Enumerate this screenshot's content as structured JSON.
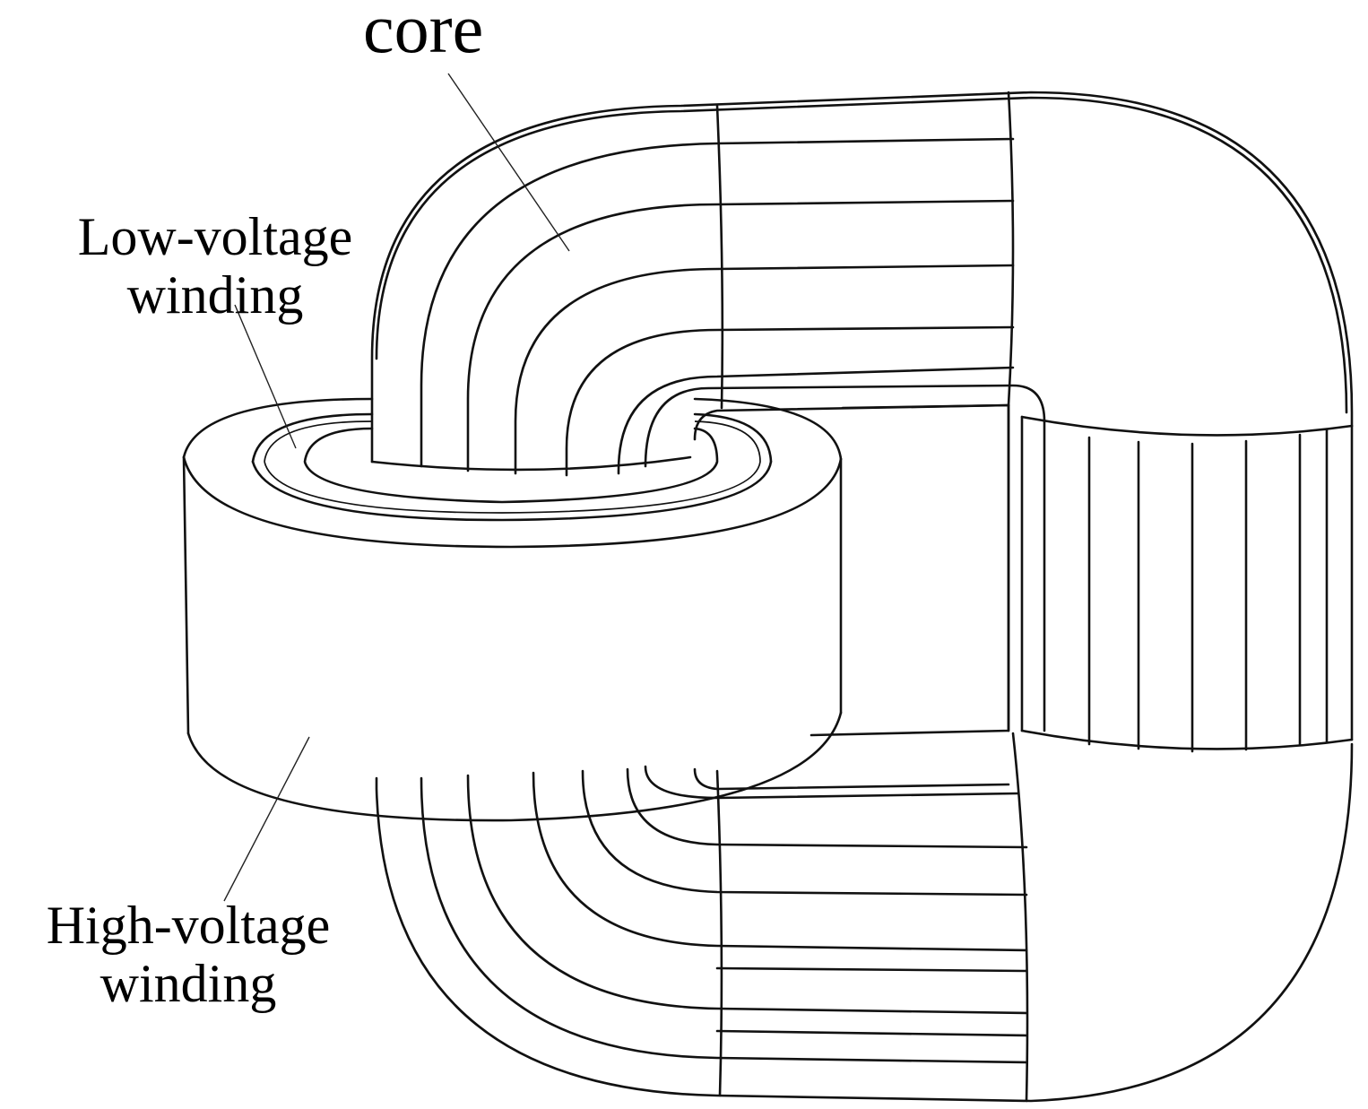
{
  "labels": {
    "core": "core",
    "low_voltage_line1": "Low-voltage",
    "low_voltage_line2": "winding",
    "high_voltage_line1": "High-voltage",
    "high_voltage_line2": "winding"
  },
  "colors": {
    "stroke": "#111111",
    "background": "#ffffff"
  }
}
